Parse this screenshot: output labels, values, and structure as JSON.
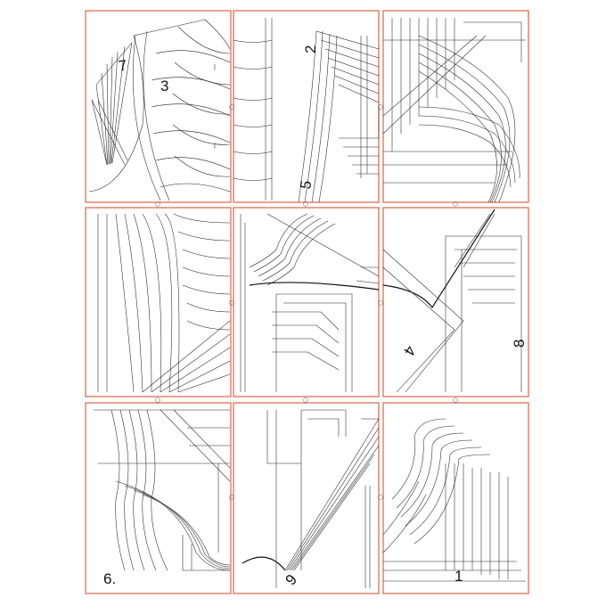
{
  "sheet": {
    "description_type": "sewing pattern tiled print layout",
    "frame_color": "#d9573a",
    "line_color": "#222222",
    "pages": [
      {
        "id": "page-1",
        "row": 1,
        "col": 1
      },
      {
        "id": "page-2",
        "row": 1,
        "col": 2
      },
      {
        "id": "page-3",
        "row": 1,
        "col": 3
      },
      {
        "id": "page-4",
        "row": 2,
        "col": 1
      },
      {
        "id": "page-5",
        "row": 2,
        "col": 2
      },
      {
        "id": "page-6",
        "row": 2,
        "col": 3
      },
      {
        "id": "page-7",
        "row": 3,
        "col": 1
      },
      {
        "id": "page-8",
        "row": 3,
        "col": 2
      },
      {
        "id": "page-9",
        "row": 3,
        "col": 3
      }
    ]
  },
  "piece_numbers": {
    "n1": "1",
    "n2": "2",
    "n3": "3",
    "n4": "4",
    "n5": "5",
    "n6": "6.",
    "n7": "7",
    "n8": "8",
    "n9": "9"
  }
}
